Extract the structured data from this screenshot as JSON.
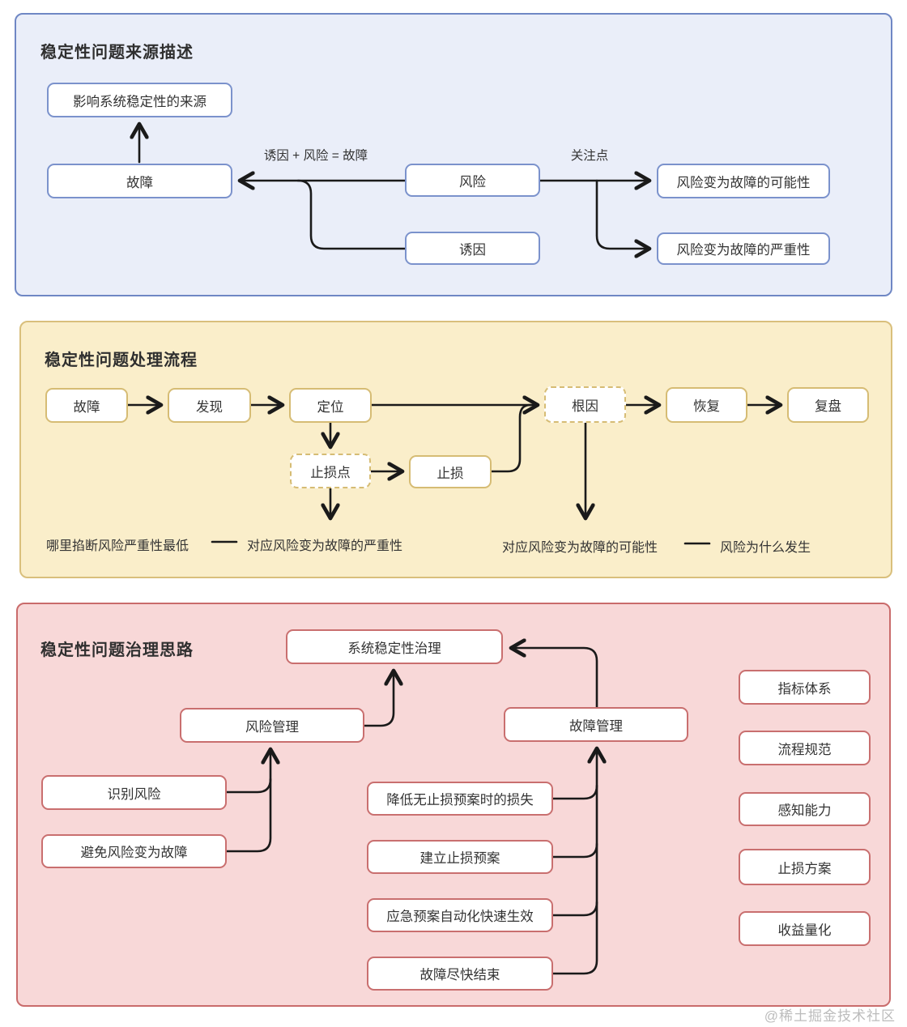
{
  "source": {
    "title": "稳定性问题来源描述",
    "nodes": {
      "origin": "影响系统稳定性的来源",
      "fault": "故障",
      "risk": "风险",
      "trigger": "诱因",
      "possibility": "风险变为故障的可能性",
      "severity": "风险变为故障的严重性"
    },
    "edge_labels": {
      "formula": "诱因 + 风险 = 故障",
      "focus": "关注点"
    }
  },
  "process": {
    "title": "稳定性问题处理流程",
    "nodes": {
      "fault": "故障",
      "discover": "发现",
      "locate": "定位",
      "stoploss_point": "止损点",
      "stoploss": "止损",
      "root_cause": "根因",
      "recover": "恢复",
      "review": "复盘"
    },
    "annotations": {
      "left_q": "哪里掐断风险严重性最低",
      "left_a": "对应风险变为故障的严重性",
      "right_a": "对应风险变为故障的可能性",
      "right_q": "风险为什么发生"
    }
  },
  "governance": {
    "title": "稳定性问题治理思路",
    "nodes": {
      "system": "系统稳定性治理",
      "risk_mgmt": "风险管理",
      "fault_mgmt": "故障管理",
      "identify_risk": "识别风险",
      "avoid_risk": "避免风险变为故障",
      "reduce_loss": "降低无止损预案时的损失",
      "build_plan": "建立止损预案",
      "auto_plan": "应急预案自动化快速生效",
      "end_fault": "故障尽快结束",
      "metrics": "指标体系",
      "process_spec": "流程规范",
      "perception": "感知能力",
      "stoploss_plan": "止损方案",
      "benefit": "收益量化"
    }
  },
  "watermark": "@稀土掘金技术社区",
  "colors": {
    "section_blue_bg": "#eaeef9",
    "section_blue_border": "#6f87c4",
    "node_blue_border": "#7b92cc",
    "section_yellow_bg": "#faeeca",
    "section_yellow_border": "#d9bf7c",
    "node_yellow_border": "#d6bc74",
    "section_pink_bg": "#f8d8d8",
    "section_pink_border": "#c96b6b",
    "node_pink_border": "#c96f6f",
    "line": "#1a1a1a",
    "text": "#333333",
    "watermark": "#bcbcbc"
  }
}
